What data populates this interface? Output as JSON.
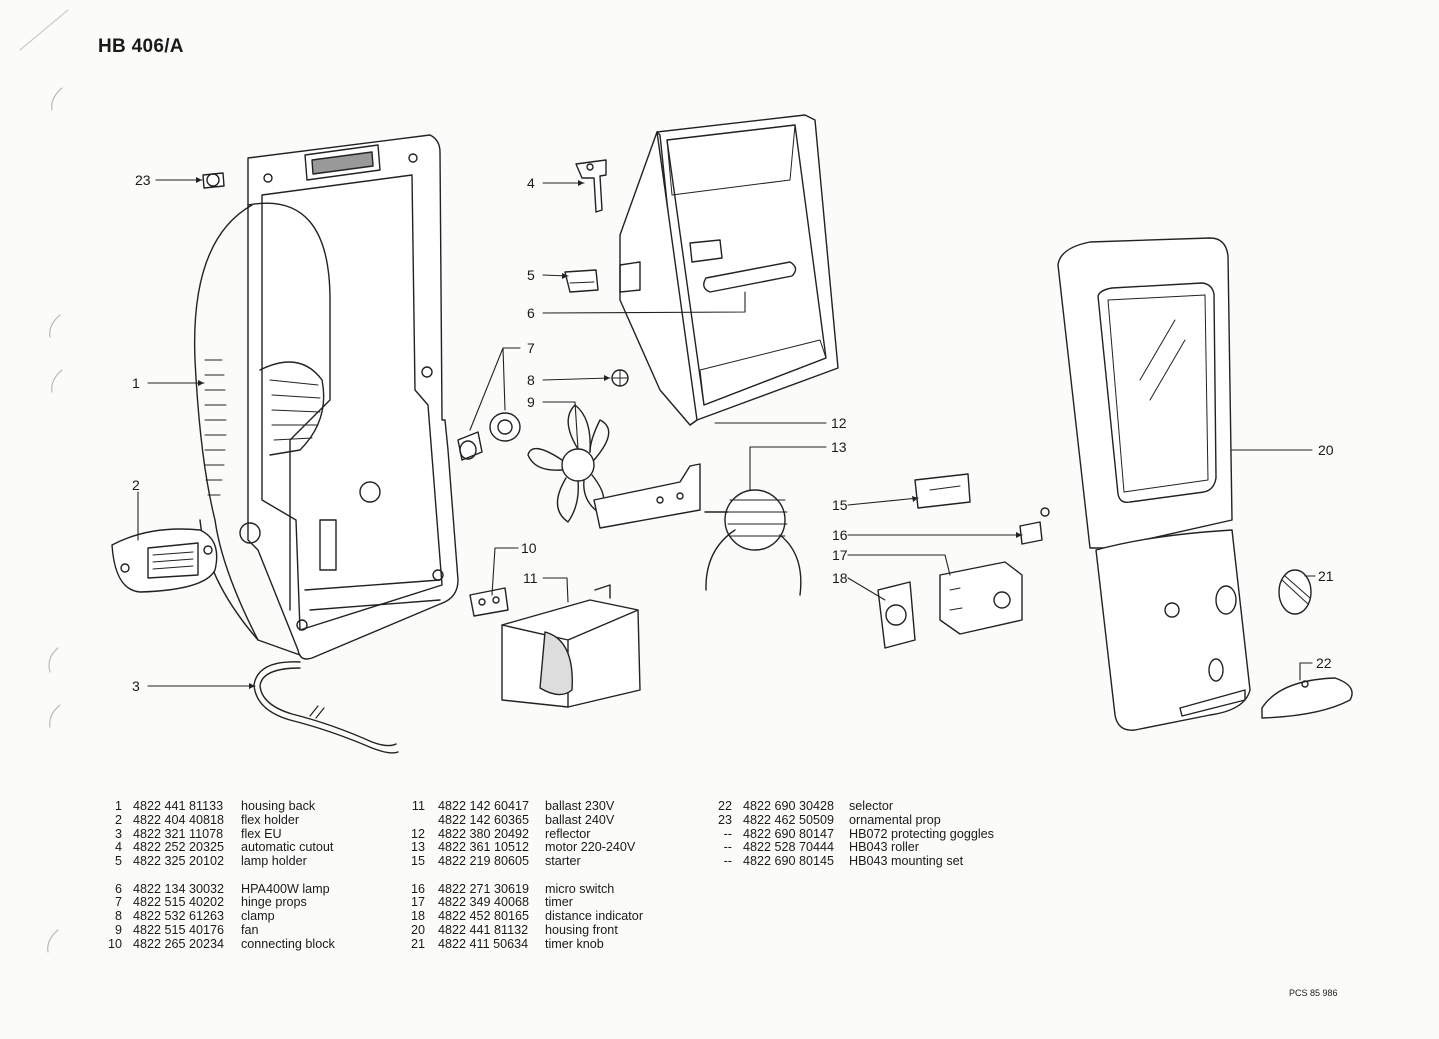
{
  "model": "HB 406/A",
  "reference": "PCS 85 986",
  "callouts": [
    {
      "n": "1"
    },
    {
      "n": "2"
    },
    {
      "n": "3"
    },
    {
      "n": "4"
    },
    {
      "n": "5"
    },
    {
      "n": "6"
    },
    {
      "n": "7"
    },
    {
      "n": "8"
    },
    {
      "n": "9"
    },
    {
      "n": "10"
    },
    {
      "n": "11"
    },
    {
      "n": "12"
    },
    {
      "n": "13"
    },
    {
      "n": "15"
    },
    {
      "n": "16"
    },
    {
      "n": "17"
    },
    {
      "n": "18"
    },
    {
      "n": "20"
    },
    {
      "n": "21"
    },
    {
      "n": "22"
    },
    {
      "n": "23"
    }
  ],
  "parts_columns": [
    {
      "rows": [
        {
          "n": "1",
          "code": "4822 441 81133",
          "desc": "housing back"
        },
        {
          "n": "2",
          "code": "4822 404 40818",
          "desc": "flex holder"
        },
        {
          "n": "3",
          "code": "4822 321 11078",
          "desc": "flex EU"
        },
        {
          "n": "4",
          "code": "4822 252 20325",
          "desc": "automatic cutout"
        },
        {
          "n": "5",
          "code": "4822 325 20102",
          "desc": "lamp holder"
        },
        {
          "gap": true
        },
        {
          "n": "6",
          "code": "4822 134 30032",
          "desc": "HPA400W lamp"
        },
        {
          "n": "7",
          "code": "4822 515 40202",
          "desc": "hinge props"
        },
        {
          "n": "8",
          "code": "4822 532 61263",
          "desc": "clamp"
        },
        {
          "n": "9",
          "code": "4822 515 40176",
          "desc": "fan"
        },
        {
          "n": "10",
          "code": "4822 265 20234",
          "desc": "connecting block"
        }
      ]
    },
    {
      "rows": [
        {
          "n": "11",
          "code": "4822 142 60417",
          "desc": "ballast 230V"
        },
        {
          "n": "",
          "code": "4822 142 60365",
          "desc": "ballast 240V"
        },
        {
          "n": "12",
          "code": "4822 380 20492",
          "desc": "reflector"
        },
        {
          "n": "13",
          "code": "4822 361 10512",
          "desc": "motor 220-240V"
        },
        {
          "n": "15",
          "code": "4822 219 80605",
          "desc": "starter"
        },
        {
          "gap": true
        },
        {
          "n": "16",
          "code": "4822 271 30619",
          "desc": "micro switch"
        },
        {
          "n": "17",
          "code": "4822 349 40068",
          "desc": "timer"
        },
        {
          "n": "18",
          "code": "4822 452 80165",
          "desc": "distance indicator"
        },
        {
          "n": "20",
          "code": "4822 441 81132",
          "desc": "housing front"
        },
        {
          "n": "21",
          "code": "4822 411 50634",
          "desc": "timer knob"
        }
      ]
    },
    {
      "rows": [
        {
          "n": "22",
          "code": "4822 690 30428",
          "desc": "selector"
        },
        {
          "n": "23",
          "code": "4822 462 50509",
          "desc": "ornamental prop"
        },
        {
          "n": "--",
          "code": "4822 690 80147",
          "desc": "HB072 protecting goggles"
        },
        {
          "n": "--",
          "code": "4822 528 70444",
          "desc": "HB043 roller"
        },
        {
          "n": "--",
          "code": "4822 690 80145",
          "desc": "HB043 mounting set"
        }
      ]
    }
  ]
}
